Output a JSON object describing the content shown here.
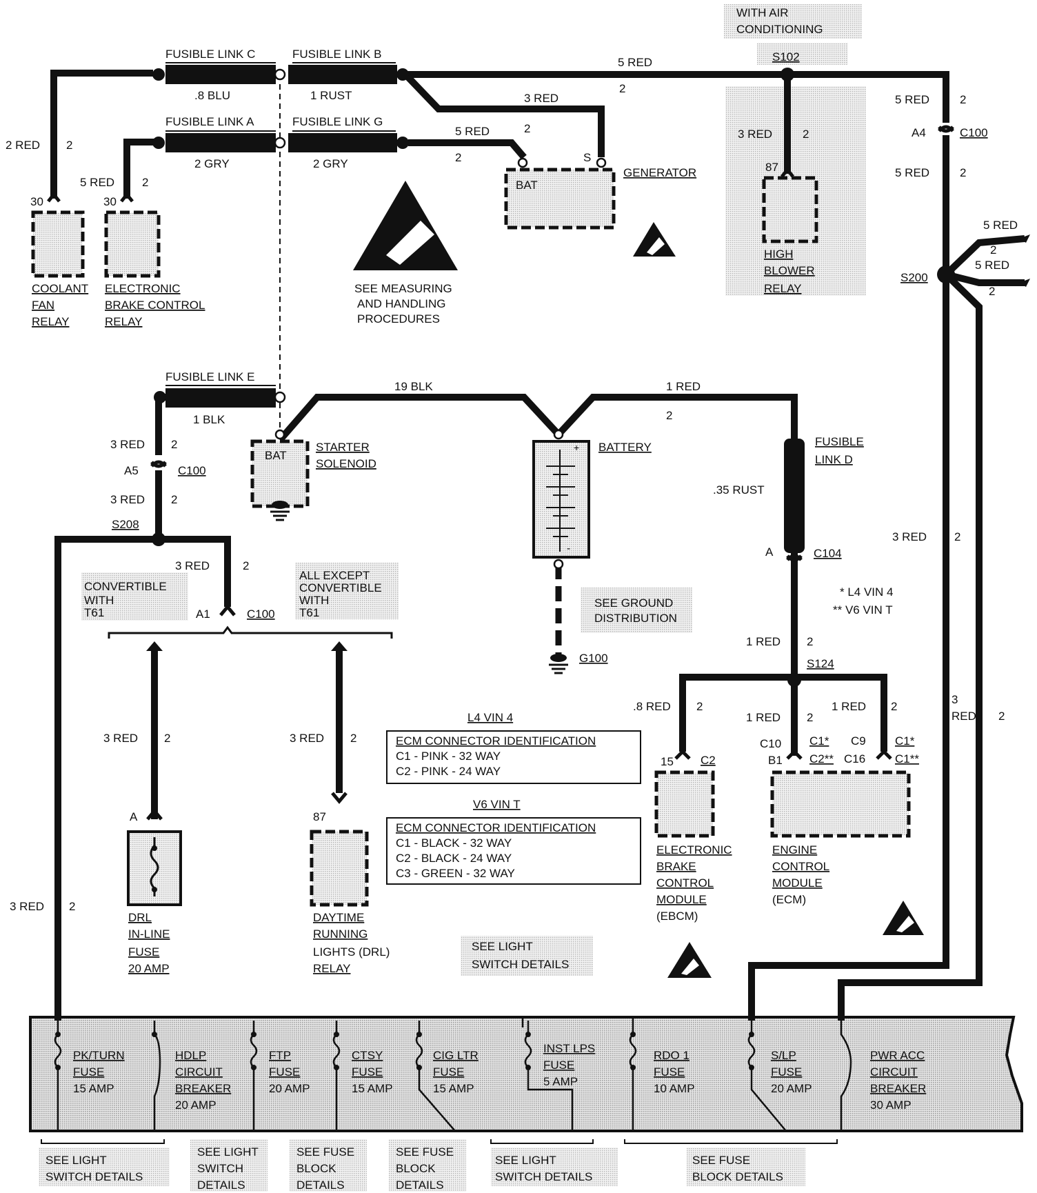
{
  "fusible_links": {
    "c": {
      "label": "FUSIBLE LINK C",
      "wire": ".8 BLU"
    },
    "b": {
      "label": "FUSIBLE LINK B",
      "wire": "1 RUST"
    },
    "a": {
      "label": "FUSIBLE LINK A",
      "wire": "2 GRY"
    },
    "g": {
      "label": "FUSIBLE LINK G",
      "wire": "2 GRY"
    },
    "e": {
      "label": "FUSIBLE LINK E",
      "wire": "1 BLK"
    },
    "d": {
      "label": "FUSIBLE",
      "label2": "LINK D",
      "wire": ".35 RUST"
    }
  },
  "wires": {
    "w_2red_left": "2 RED",
    "w_2red_left_n": "2",
    "w_5red_ebcr": "5 RED",
    "w_5red_ebcr_n": "2",
    "w_5red_top": "5 RED",
    "w_5red_top_n": "2",
    "w_3red_gen": "3 RED",
    "w_5red_bat": "5 RED",
    "w_5red_bat_n1": "2",
    "w_5red_bat_n2": "2",
    "w_3red_relay": "3 RED",
    "w_3red_relay_n": "2",
    "w_5red_right1": "5 RED",
    "w_5red_right1_n": "2",
    "w_5red_right2": "5 RED",
    "w_5red_right2_n": "2",
    "w_5red_s200a": "5 RED",
    "w_5red_s200a_n": "2",
    "w_5red_s200b": "5 RED",
    "w_5red_s200b_n": "2",
    "w_19blk": "19 BLK",
    "w_1red_bat": "1 RED",
    "w_1red_bat_n": "2",
    "w_3red_e1": "3 RED",
    "w_3red_e1_n": "2",
    "w_3red_e2": "3 RED",
    "w_3red_e2_n": "2",
    "w_3red_s208": "3 RED",
    "w_3red_s208_n": "2",
    "w_3red_drl_fuse": "3 RED",
    "w_3red_drl_fuse_n": "2",
    "w_3red_drl_relay": "3 RED",
    "w_3red_drl_relay_n": "2",
    "w_3red_left_long": "3 RED",
    "w_3red_left_long_n": "2",
    "w_3red_right_long": "3 RED",
    "w_3red_right_long_n": "2",
    "w_3red_far_right_a": "3",
    "w_3red_far_right_b": "RED",
    "w_3red_far_right_n": "2",
    "w_1red_s124": "1 RED",
    "w_1red_s124_n": "2",
    "w_8red_ebcm": ".8 RED",
    "w_8red_ebcm_n": "2",
    "w_1red_ecm1": "1 RED",
    "w_1red_ecm1_n": "2",
    "w_1red_ecm2": "1 RED",
    "w_1red_ecm2_n": "2"
  },
  "splices": {
    "s102": "S102",
    "s200": "S200",
    "s208": "S208",
    "s124": "S124"
  },
  "connectors": {
    "a4": "A4",
    "c100_a4": "C100",
    "a5": "A5",
    "c100_a5": "C100",
    "a1": "A1",
    "c100_a1": "C100",
    "a_c104": "A",
    "c104": "C104",
    "pin30_cfr": "30",
    "pin30_ebcr": "30",
    "pin87_hbr": "87",
    "pin_a_drl": "A",
    "pin87_drl": "87",
    "pin15": "15",
    "c2": "C2",
    "c10": "C10",
    "b1": "B1",
    "c1s": "C1*",
    "c2ss": "C2**",
    "c9": "C9",
    "c16": "C16",
    "c1s2": "C1*",
    "c1ss": "C1**",
    "bat_gen": "BAT",
    "s_gen": "S",
    "bat_start": "BAT"
  },
  "components": {
    "coolant_fan_relay": [
      "COOLANT",
      "FAN",
      "RELAY"
    ],
    "ebc_relay": [
      "ELECTRONIC",
      "BRAKE CONTROL",
      "RELAY"
    ],
    "generator": "GENERATOR",
    "high_blower_relay": [
      "HIGH",
      "BLOWER",
      "RELAY"
    ],
    "with_ac": [
      "WITH AIR",
      "CONDITIONING"
    ],
    "starter_solenoid": [
      "STARTER",
      "SOLENOID"
    ],
    "battery": "BATTERY",
    "ground_note": [
      "SEE GROUND",
      "DISTRIBUTION"
    ],
    "g100": "G100",
    "convertible": [
      "CONVERTIBLE",
      "WITH",
      "T61"
    ],
    "all_except": [
      "ALL EXCEPT",
      "CONVERTIBLE",
      "WITH",
      "T61"
    ],
    "drl_fuse": [
      "DRL",
      "IN-LINE",
      "FUSE",
      "20 AMP"
    ],
    "drl_relay": [
      "DAYTIME",
      "RUNNING",
      "LIGHTS (DRL)",
      "RELAY"
    ],
    "ebcm": [
      "ELECTRONIC",
      "BRAKE",
      "CONTROL",
      "MODULE",
      "(EBCM)"
    ],
    "ecm": [
      "ENGINE",
      "CONTROL",
      "MODULE",
      "(ECM)"
    ],
    "esd_note": [
      "SEE MEASURING",
      "AND HANDLING",
      "PROCEDURES"
    ],
    "light_switch_note": [
      "SEE LIGHT",
      "SWITCH DETAILS"
    ],
    "vin_note1": "* L4 VIN 4",
    "vin_note2": "** V6 VIN T"
  },
  "ecm_tables": {
    "l4": {
      "heading": "L4 VIN 4",
      "title": "ECM CONNECTOR IDENTIFICATION",
      "rows": [
        "C1 - PINK - 32 WAY",
        "C2 - PINK - 24 WAY"
      ]
    },
    "v6": {
      "heading": "V6 VIN T",
      "title": "ECM CONNECTOR IDENTIFICATION",
      "rows": [
        "C1 - BLACK - 32 WAY",
        "C2 - BLACK - 24 WAY",
        "C3 - GREEN - 32 WAY"
      ]
    }
  },
  "fuse_block": [
    [
      "PK/TURN",
      "FUSE",
      "15 AMP"
    ],
    [
      "HDLP",
      "CIRCUIT",
      "BREAKER",
      "20 AMP"
    ],
    [
      "FTP",
      "FUSE",
      "20 AMP"
    ],
    [
      "CTSY",
      "FUSE",
      "15 AMP"
    ],
    [
      "CIG LTR",
      "FUSE",
      "15 AMP"
    ],
    [
      "INST LPS",
      "FUSE",
      "5 AMP"
    ],
    [
      "RDO 1",
      "FUSE",
      "10 AMP"
    ],
    [
      "S/LP",
      "FUSE",
      "20 AMP"
    ],
    [
      "PWR ACC",
      "CIRCUIT",
      "BREAKER",
      "30 AMP"
    ]
  ],
  "bottom_notes": [
    [
      "SEE LIGHT",
      "SWITCH DETAILS"
    ],
    [
      "SEE LIGHT",
      "SWITCH",
      "DETAILS"
    ],
    [
      "SEE FUSE",
      "BLOCK",
      "DETAILS"
    ],
    [
      "SEE FUSE",
      "BLOCK",
      "DETAILS"
    ],
    [
      "SEE LIGHT",
      "SWITCH DETAILS"
    ],
    [
      "SEE FUSE",
      "BLOCK DETAILS"
    ]
  ],
  "colors": {
    "ink": "#111111",
    "shade": "#dcdcdc"
  }
}
